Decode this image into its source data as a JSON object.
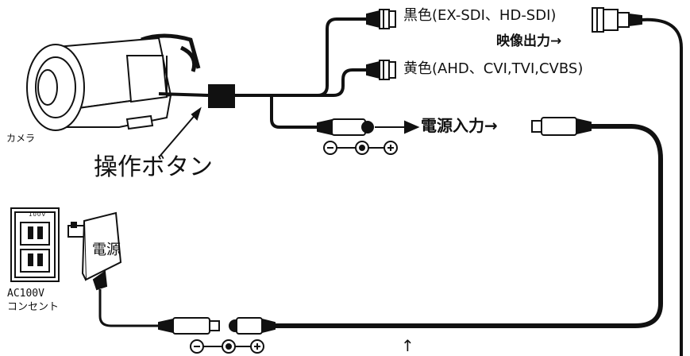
{
  "labels": {
    "black_cable": "黒色(EX-SDI、HD-SDI)",
    "video_output": "映像出力→",
    "yellow_cable": "黄色(AHD、CVI,TVI,CVBS)",
    "camera": "カメラ",
    "control_button": "操作ボタン",
    "power_input": "電源入力→",
    "power_supply": "電源",
    "outlet_voltage": "100V",
    "ac_line1": "AC100V",
    "ac_line2": "コンセント",
    "bottom_arrow": "↑"
  },
  "polarity_symbols": [
    "⊖",
    "⊕"
  ],
  "colors": {
    "line": "#111111",
    "background": "#ffffff"
  }
}
